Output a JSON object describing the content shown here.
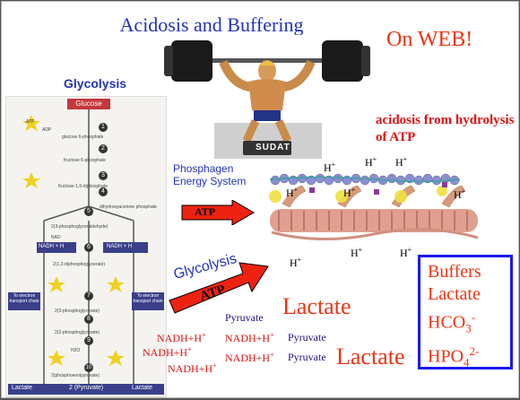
{
  "title": "Acidosis and Buffering",
  "on_web": "On WEB!",
  "glycolysis_label": "Glycolysis",
  "acidosis_note": "acidosis from hydrolysis of ATP",
  "phosphagen_label": "Phosphagen Energy System",
  "atp_label": "ATP",
  "glycolysis_arrow_label": "Glycolysis",
  "weightlifter_badge": "SUDAT",
  "h_plus": "H",
  "h_sup": "+",
  "nadh": "NADH+H",
  "pyruvate": "Pyruvate",
  "lactate": "Lactate",
  "buffers": {
    "title": "Buffers",
    "lactate": "Lactate",
    "bicarb_base": "HCO",
    "bicarb_sub": "3",
    "bicarb_sup": "-",
    "phos_base": "HPO",
    "phos_sub": "4",
    "phos_sup": "2-"
  },
  "pathway": {
    "glucose": "Glucose",
    "steps": [
      "1",
      "2",
      "3",
      "4",
      "5",
      "6",
      "7",
      "8",
      "9",
      "10"
    ],
    "atp": "ATP",
    "adp": "ADP",
    "nad": "NAD",
    "nadh": "NADH + H",
    "h2o": "H2O",
    "to_etc": "To electron transport chain",
    "bottom_left": "Lactate",
    "bottom_mid": "2 (Pyruvate)",
    "bottom_right": "Lactate",
    "compounds": [
      "glucose 6-phosphate",
      "fructose 6-phosphate",
      "fructose 1,6-diphosphate",
      "dihydroxyacetone phosphate",
      "2(3-phosphoglyceraldehyde)",
      "2(1,3-diphosphoglycerate)",
      "2(3-phosphoglycerate)",
      "2(2-phosphoglycerate)",
      "2(phosphoenolpyruvate)"
    ]
  },
  "colors": {
    "title_blue": "#2233bb",
    "accent_red": "#ee3311",
    "buffer_border": "#1a1aee",
    "atp_arrow": "#ee2211"
  }
}
